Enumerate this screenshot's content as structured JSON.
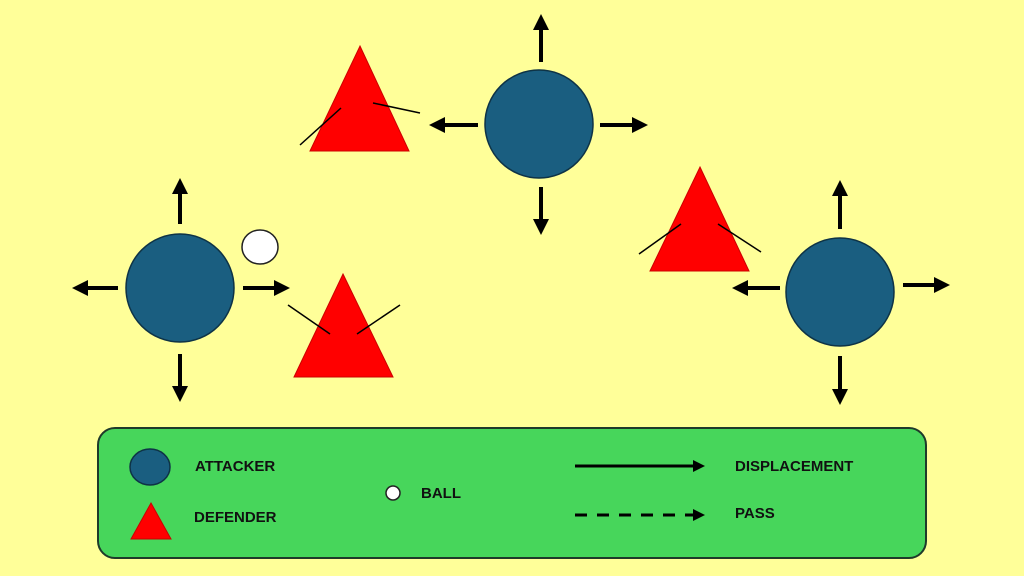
{
  "diagram": {
    "background_color": "#ffff99",
    "colors": {
      "attacker": "#1a5e80",
      "defender": "#ff0000",
      "ball": "#ffffff",
      "arrow": "#000000",
      "legend_bg": "#47d65b"
    },
    "attackers": [
      {
        "id": "attacker-left",
        "arrows": [
          "up",
          "down",
          "left",
          "right"
        ]
      },
      {
        "id": "attacker-top",
        "arrows": [
          "up",
          "down",
          "left",
          "right"
        ]
      },
      {
        "id": "attacker-right",
        "arrows": [
          "up",
          "down",
          "left",
          "right"
        ]
      }
    ],
    "defenders": [
      {
        "id": "defender-top-left"
      },
      {
        "id": "defender-middle-left"
      },
      {
        "id": "defender-middle-right"
      }
    ],
    "ball": {
      "id": "ball",
      "near": "attacker-left"
    }
  },
  "legend": {
    "attacker": "ATTACKER",
    "defender": "DEFENDER",
    "ball": "BALL",
    "displacement": "DISPLACEMENT",
    "pass": "PASS"
  }
}
